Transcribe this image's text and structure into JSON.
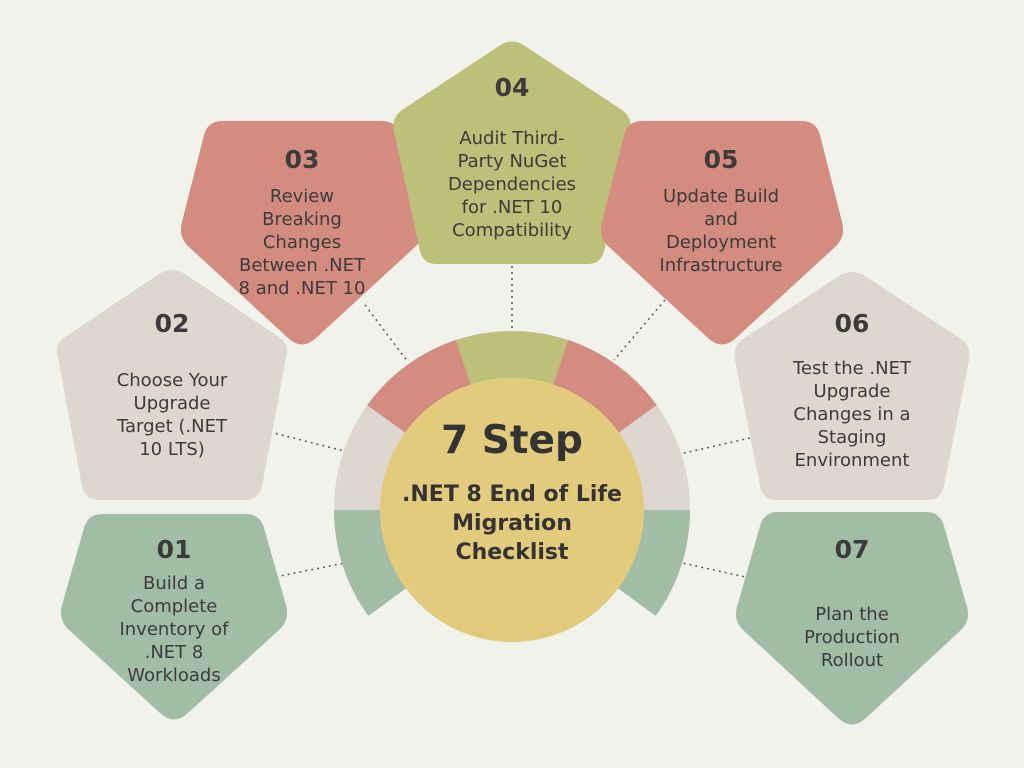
{
  "center": {
    "title": "7 Step",
    "subtitle_lines": [
      ".NET 8 End of Life",
      "Migration",
      "Checklist"
    ]
  },
  "steps": [
    {
      "number": "01",
      "lines": [
        "Build a",
        "Complete",
        "Inventory of",
        ".NET 8",
        "Workloads"
      ]
    },
    {
      "number": "02",
      "lines": [
        "Choose Your",
        "Upgrade",
        "Target (.NET",
        "10 LTS)"
      ]
    },
    {
      "number": "03",
      "lines": [
        "Review",
        "Breaking",
        "Changes",
        "Between .NET",
        "8 and .NET 10"
      ]
    },
    {
      "number": "04",
      "lines": [
        "Audit Third-",
        "Party NuGet",
        "Dependencies",
        "for .NET 10",
        "Compatibility"
      ]
    },
    {
      "number": "05",
      "lines": [
        "Update Build",
        "and",
        "Deployment",
        "Infrastructure"
      ]
    },
    {
      "number": "06",
      "lines": [
        "Test the .NET",
        "Upgrade",
        "Changes in a",
        "Staging",
        "Environment"
      ]
    },
    {
      "number": "07",
      "lines": [
        "Plan the",
        "Production",
        "Rollout"
      ]
    }
  ],
  "colors": {
    "background": "#f2f2ec",
    "green": "#a1bda5",
    "beige": "#ddd7cf",
    "red": "#d48c80",
    "olive": "#bcc078",
    "center": "#e3cb7e",
    "text": "#3b3b3b"
  }
}
